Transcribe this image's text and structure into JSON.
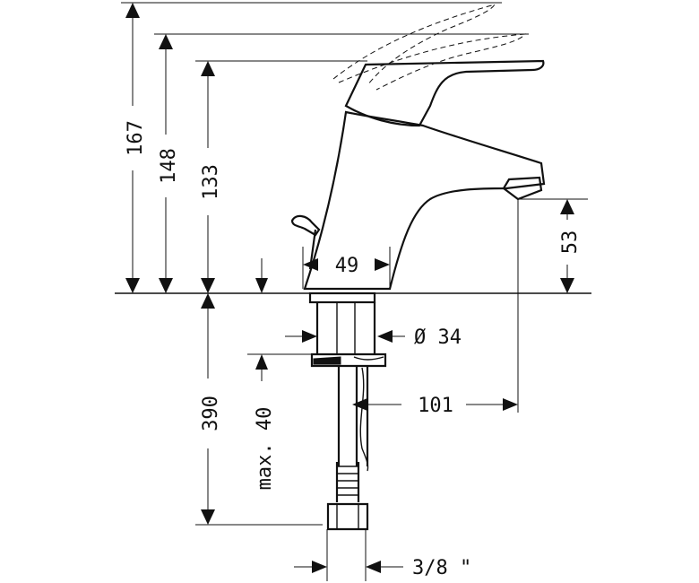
{
  "dimensions": {
    "total_height_lever_raised": "167",
    "height_lever_mid": "148",
    "height_spout_top": "133",
    "body_width": "49",
    "spout_outlet_height": "53",
    "shank_diameter": "Ø 34",
    "spout_reach": "101",
    "hose_length": "390",
    "max_countertop": "max. 40",
    "connection_thread": "3/8 \""
  }
}
